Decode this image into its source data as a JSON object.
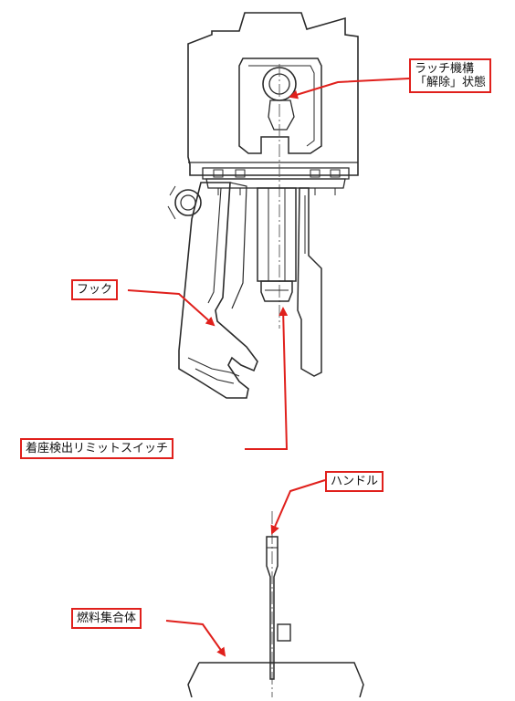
{
  "labels": {
    "latch": {
      "line1": "ラッチ機構",
      "line2": "「解除」状態"
    },
    "hook": "フック",
    "limit_switch": "着座検出リミットスイッチ",
    "handle": "ハンドル",
    "fuel_assembly": "燃料集合体"
  },
  "colors": {
    "callout": "#e0201c",
    "drawing": "#2a2a2a",
    "background": "#ffffff"
  }
}
